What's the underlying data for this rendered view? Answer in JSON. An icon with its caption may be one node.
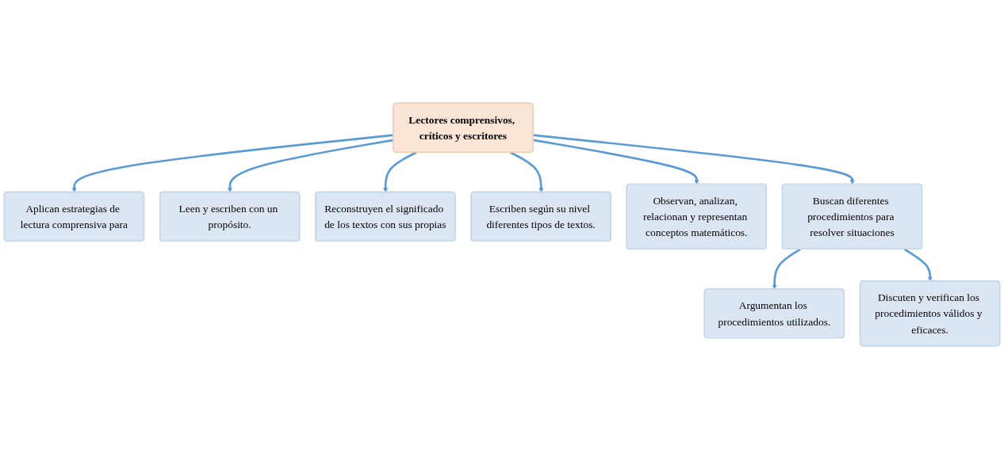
{
  "diagram": {
    "nodes": [
      {
        "text": [
          "Aplican estrategias de lectura comprensiva para"
        ]
      },
      {
        "text": [
          "Leen y escriben con un propósito."
        ]
      },
      {
        "text": [
          "Reconstruyen el significado de los textos con sus propias"
        ]
      },
      {
        "text": [
          "Escriben según su nivel diferentes tipos de textos."
        ]
      },
      {
        "text": [
          "Lectores comprensivos, críticos y escritores"
        ]
      },
      {
        "text": [
          "Observan, analizan, relacionan y representan conceptos matemáticos."
        ]
      },
      {
        "text": [
          "Argumentan los procedimientos utilizados."
        ]
      },
      {
        "text": [
          "Buscan diferentes procedimientos para resolver situaciones"
        ]
      },
      {
        "text": [
          "Discuten y verifican los procedimientos válidos y eficaces."
        ]
      }
    ],
    "edges": [
      {
        "from": 4,
        "to": 0,
        "arrow": "to"
      },
      {
        "from": 4,
        "to": 1,
        "arrow": "to"
      },
      {
        "from": 4,
        "to": 2,
        "arrow": "to"
      },
      {
        "from": 4,
        "to": 3,
        "arrow": "to"
      },
      {
        "from": 4,
        "to": 5,
        "arrow": "to"
      },
      {
        "from": 4,
        "to": 7,
        "arrow": "to"
      },
      {
        "from": 7,
        "to": 6,
        "arrow": "to"
      },
      {
        "from": 7,
        "to": 8,
        "arrow": "to"
      }
    ]
  }
}
